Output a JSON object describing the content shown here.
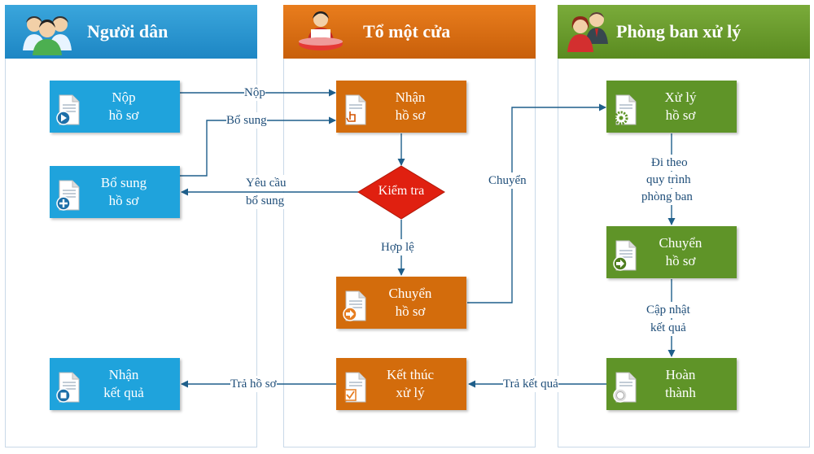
{
  "lanes": {
    "citizen": {
      "title": "Người dân"
    },
    "desk": {
      "title": "Tổ một cửa"
    },
    "dept": {
      "title": "Phòng ban xử lý"
    }
  },
  "nodes": {
    "nop_ho_so": {
      "line1": "Nộp",
      "line2": "hồ sơ"
    },
    "bo_sung_ho_so": {
      "line1": "Bổ sung",
      "line2": "hồ sơ"
    },
    "nhan_ket_qua": {
      "line1": "Nhận",
      "line2": "kết quả"
    },
    "nhan_ho_so": {
      "line1": "Nhận",
      "line2": "hồ sơ"
    },
    "kiem_tra": {
      "label": "Kiểm tra"
    },
    "chuyen_ho_so_desk": {
      "line1": "Chuyển",
      "line2": "hồ sơ"
    },
    "ket_thuc_xu_ly": {
      "line1": "Kết thúc",
      "line2": "xử lý"
    },
    "xu_ly_ho_so": {
      "line1": "Xử lý",
      "line2": "hồ sơ"
    },
    "chuyen_ho_so_dept": {
      "line1": "Chuyển",
      "line2": "hồ sơ"
    },
    "hoan_thanh": {
      "line1": "Hoàn",
      "line2": "thành"
    }
  },
  "edges": {
    "nop": "Nộp",
    "bo_sung": "Bổ sung",
    "yeu_cau_1": "Yêu cầu",
    "yeu_cau_2": "bổ sung",
    "hop_le": "Hợp lệ",
    "chuyen": "Chuyển",
    "di_theo_1": "Đi theo",
    "di_theo_2": "quy trình",
    "di_theo_3": "phòng ban",
    "cap_nhat_1": "Cập nhật",
    "cap_nhat_2": "kết quả",
    "tra_ket_qua": "Trả kết quả",
    "tra_ho_so": "Trả hồ sơ"
  },
  "colors": {
    "blue": "#1fa3dc",
    "orange": "#d36c0c",
    "green": "#5f9428",
    "diamond": "#e02010",
    "connector": "#1f5f8b"
  }
}
